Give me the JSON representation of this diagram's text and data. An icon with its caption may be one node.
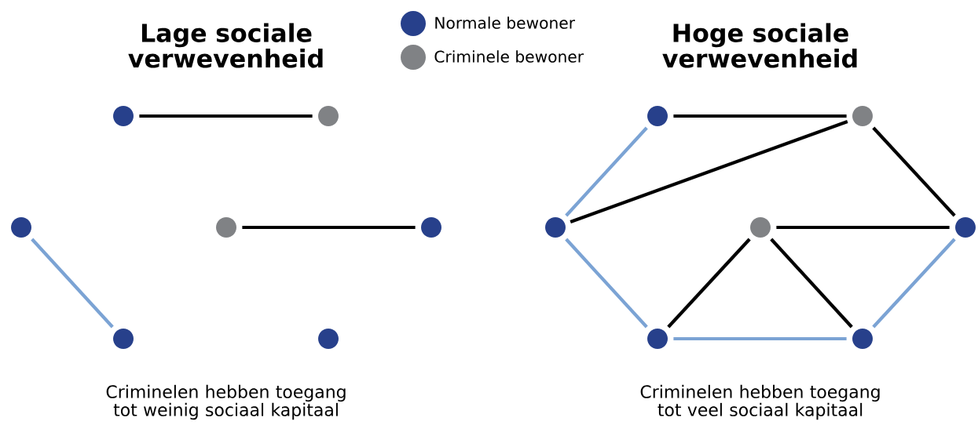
{
  "diagram": {
    "nodes": [
      {
        "text": [],
        "shape": "circle"
      },
      {
        "text": [],
        "shape": "circle"
      },
      {
        "text": [],
        "shape": "circle"
      },
      {
        "text": [],
        "shape": "circle"
      },
      {
        "text": [],
        "shape": "circle"
      },
      {
        "text": [],
        "shape": "circle"
      },
      {
        "text": [],
        "shape": "circle"
      },
      {
        "text": [],
        "shape": "circle"
      },
      {
        "text": [],
        "shape": "circle"
      },
      {
        "text": [],
        "shape": "circle"
      },
      {
        "text": [],
        "shape": "circle"
      },
      {
        "text": [],
        "shape": "circle"
      },
      {
        "text": [],
        "shape": "circle"
      },
      {
        "text": [],
        "shape": "circle"
      }
    ],
    "edges": [
      {
        "from": 0,
        "to": 1,
        "arrow": "none"
      },
      {
        "from": 3,
        "to": 4,
        "arrow": "none"
      },
      {
        "from": 2,
        "to": 5,
        "arrow": "none",
        "color": "#7ba3d4"
      },
      {
        "from": 7,
        "to": 8,
        "arrow": "none"
      },
      {
        "from": 9,
        "to": 8,
        "arrow": "none"
      },
      {
        "from": 8,
        "to": 11,
        "arrow": "none"
      },
      {
        "from": 7,
        "to": 9,
        "arrow": "none",
        "color": "#7ba3d4"
      },
      {
        "from": 10,
        "to": 11,
        "arrow": "none"
      },
      {
        "from": 10,
        "to": 12,
        "arrow": "none"
      },
      {
        "from": 10,
        "to": 13,
        "arrow": "none"
      },
      {
        "from": 9,
        "to": 12,
        "arrow": "none",
        "color": "#7ba3d4"
      },
      {
        "from": 12,
        "to": 13,
        "arrow": "none",
        "color": "#7ba3d4"
      },
      {
        "from": 13,
        "to": 11,
        "arrow": "none",
        "color": "#7ba3d4"
      }
    ],
    "labels": [
      "Lage sociale verwevenheid",
      "Hoge sociale verwevenheid",
      "Criminelen hebben toegang tot weinig sociaal kapitaal",
      "Criminelen hebben toegang tot veel sociaal kapitaal"
    ],
    "legend": [
      {
        "text": "Normale bewoner",
        "color": "#27408b"
      },
      {
        "text": "Criminele bewoner",
        "color": "#808285"
      }
    ]
  }
}
